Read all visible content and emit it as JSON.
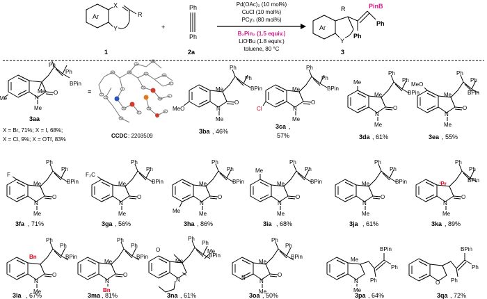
{
  "scheme": {
    "reactant1": {
      "label": "1",
      "ring": "Ar",
      "x": "X",
      "y": "Y",
      "r": "R"
    },
    "reactant2": {
      "label": "2a",
      "top": "Ph",
      "bottom": "Ph"
    },
    "plus": "+",
    "conditions_above": [
      "Pd(OAc)₂ (10 mol%)",
      "CuCl (10 mol%)",
      "PCy₃ (80 mol%)"
    ],
    "conditions_below": [
      "B₂Pin₂ (1.5 equiv.)",
      "LiOᵗBu (1.8 equiv.)",
      "toluene, 80 °C"
    ],
    "product": {
      "label": "3",
      "ring": "Ar",
      "y": "Y",
      "r": "R",
      "pinb": "PinB",
      "ph1": "Ph",
      "ph2": "Ph"
    }
  },
  "labels": {
    "ph": "Ph",
    "bpin": "BPin",
    "me": "Me",
    "n": "N",
    "o": "O",
    "f": "F",
    "cf3": "F₃C",
    "meo": "MeO",
    "cl": "Cl",
    "bn": "Bn",
    "ipr": "ⁱPr"
  },
  "featured": {
    "id": "3aa",
    "yields": [
      "X = Br, 71%; X = I, 68%;",
      "X = Cl, 9%; X = OTf, 83%"
    ],
    "equiv": "≡",
    "ccdc_label": "CCDC",
    "ccdc_number": ": 2203509"
  },
  "compounds": [
    {
      "id": "3ba",
      "yield": ", 46%"
    },
    {
      "id": "3ca",
      "yield": ",",
      "yield2": "57%"
    },
    {
      "id": "3da",
      "yield": ", 61%"
    },
    {
      "id": "3ea",
      "yield": ", 55%"
    },
    {
      "id": "3fa",
      "yield": ", 71%"
    },
    {
      "id": "3ga",
      "yield": ", 56%"
    },
    {
      "id": "3ha",
      "yield": ", 86%"
    },
    {
      "id": "3ia",
      "yield": ", 68%"
    },
    {
      "id": "3ja",
      "yield": ", 61%"
    },
    {
      "id": "3ka",
      "yield": ", 89%"
    },
    {
      "id": "3la",
      "yield": ", 67%"
    },
    {
      "id": "3ma",
      "yield": ", 81%"
    },
    {
      "id": "3na",
      "yield": ", 61%"
    },
    {
      "id": "3oa",
      "yield": ", 50%"
    },
    {
      "id": "3pa",
      "yield": ", 64%"
    },
    {
      "id": "3qa",
      "yield": ", 72%"
    }
  ],
  "colors": {
    "highlight_red": "#e0001b",
    "highlight_magenta": "#d6198a"
  }
}
